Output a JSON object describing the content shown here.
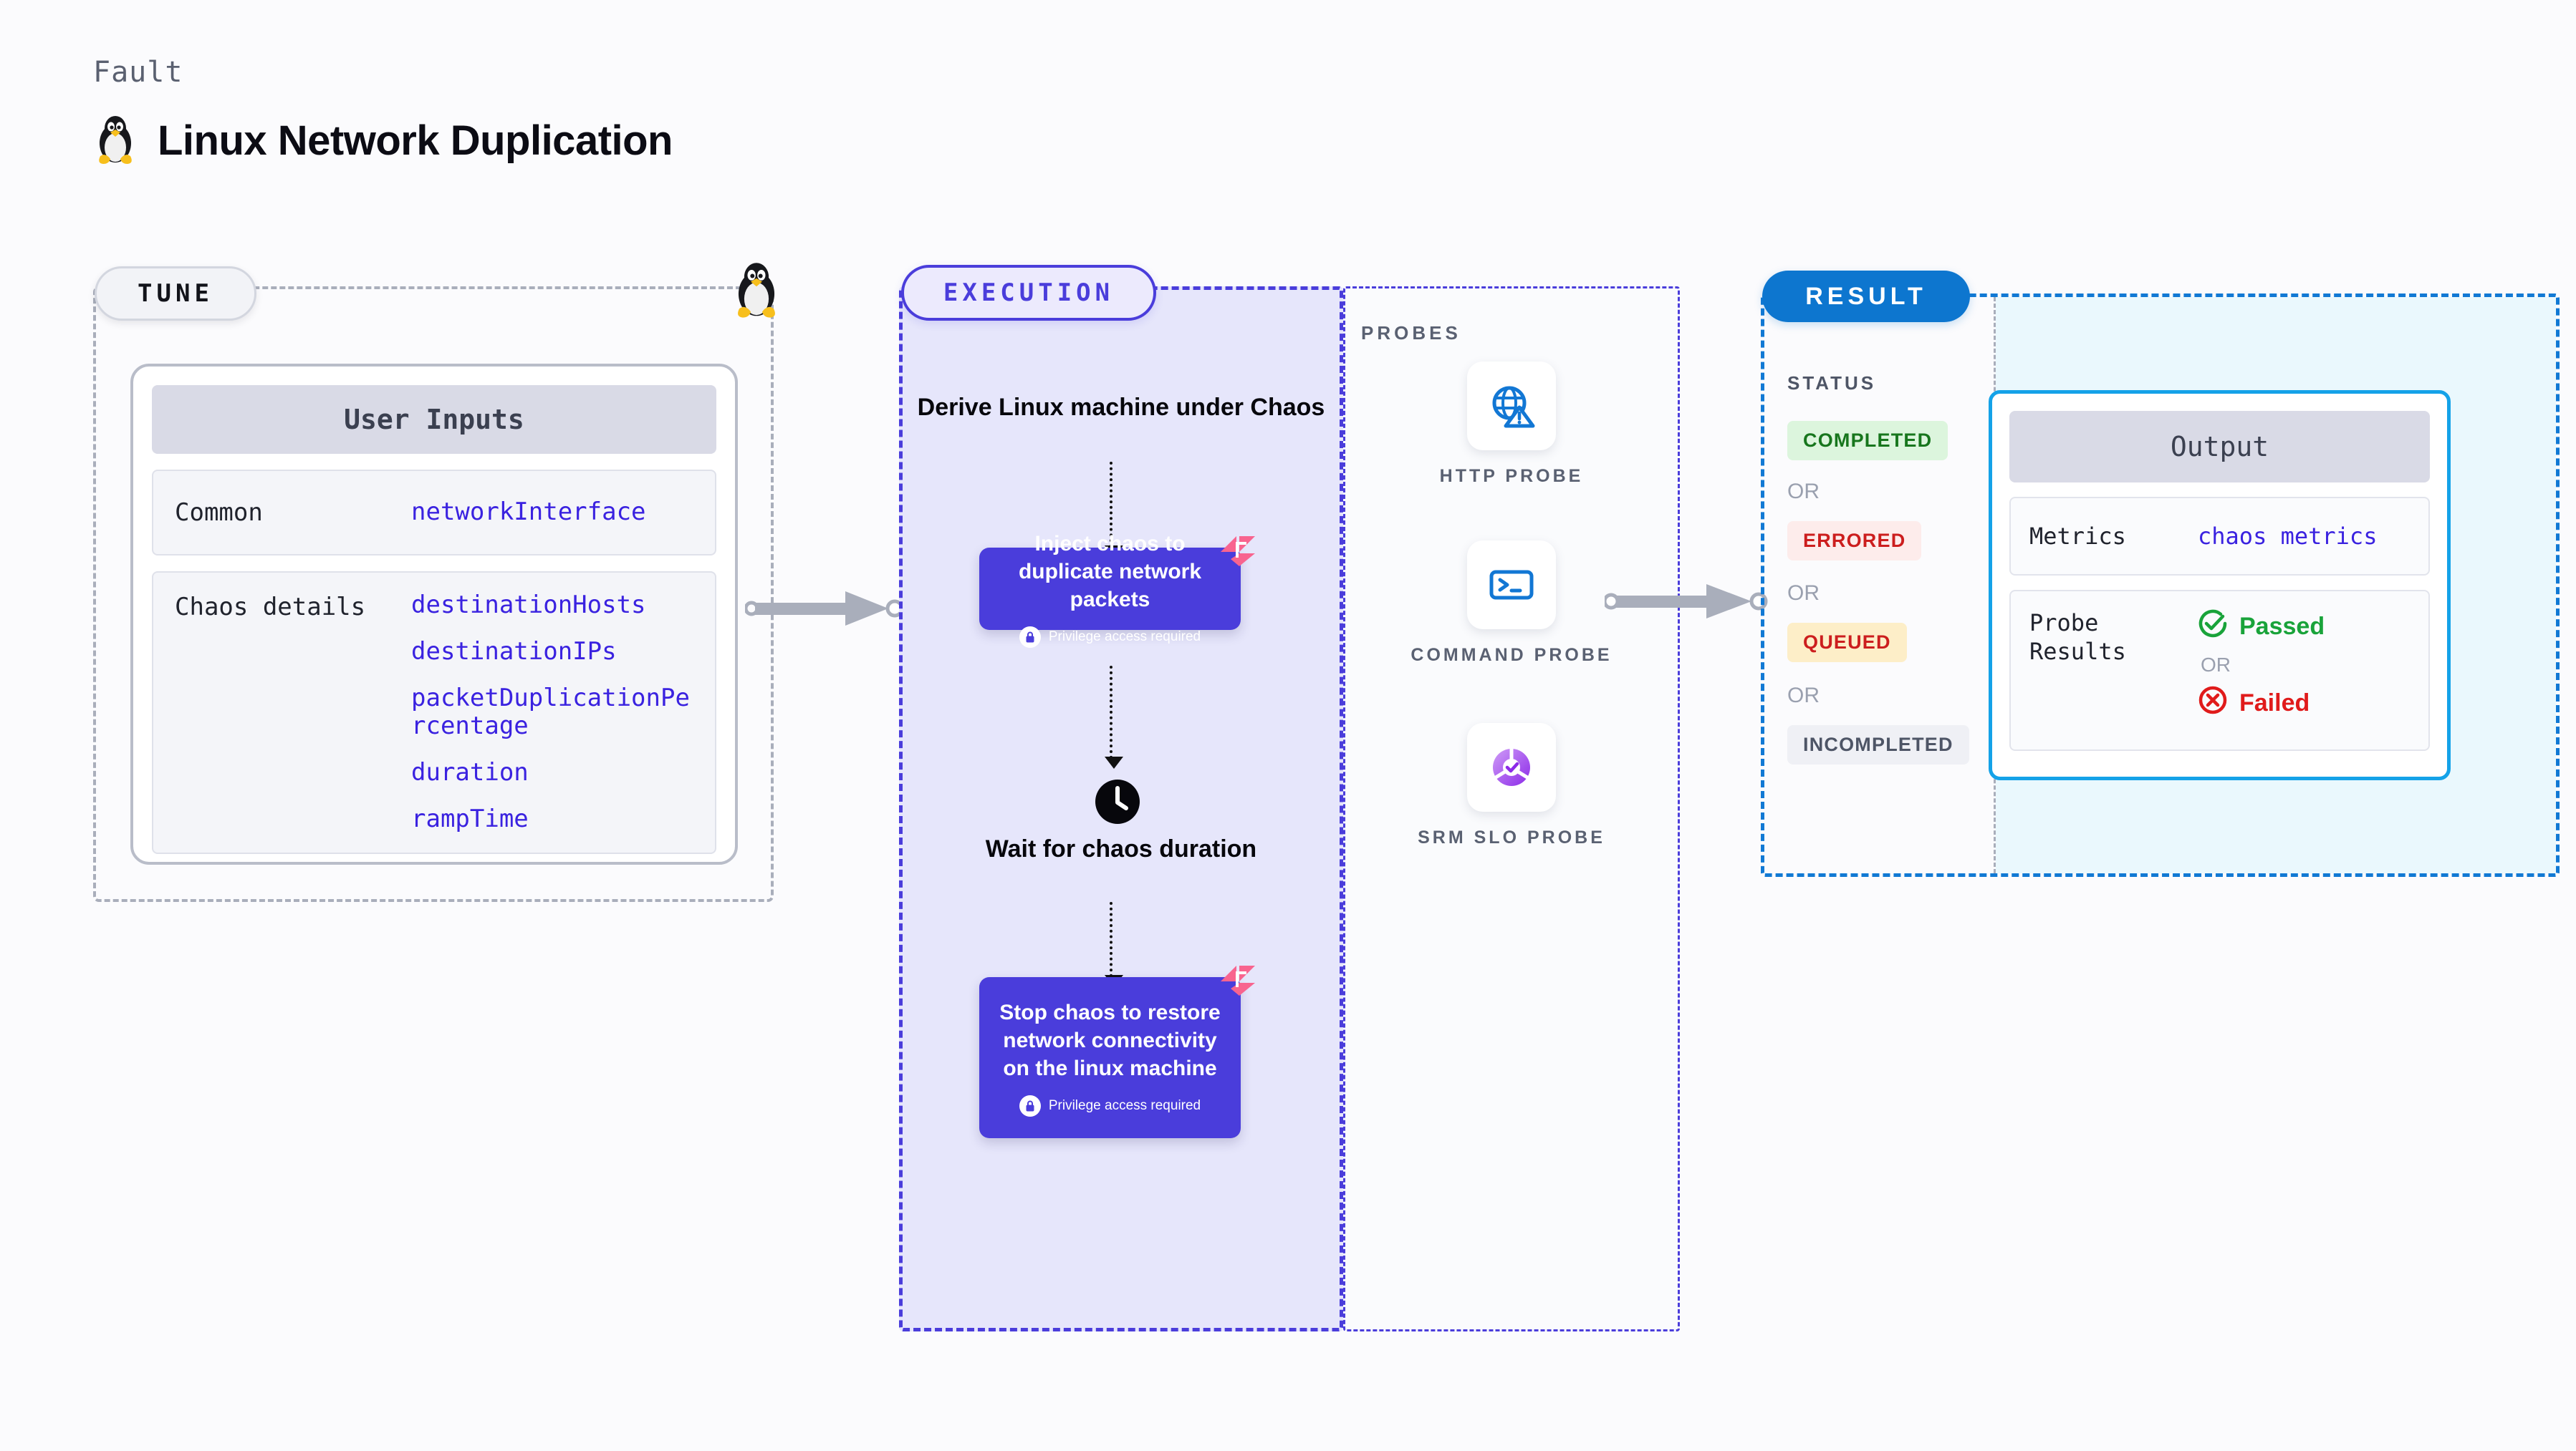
{
  "header": {
    "fault_label": "Fault",
    "title": "Linux Network Duplication",
    "icon": "linux-tux-icon"
  },
  "tune": {
    "badge": "TUNE",
    "card_title": "User Inputs",
    "rows": [
      {
        "label": "Common",
        "values": [
          "networkInterface"
        ]
      },
      {
        "label": "Chaos details",
        "values": [
          "destinationHosts",
          "destinationIPs",
          "packetDuplicationPercentage",
          "duration",
          "rampTime"
        ]
      }
    ]
  },
  "execution": {
    "badge": "EXECUTION",
    "step_derive": "Derive Linux machine under Chaos",
    "step_inject": "Inject chaos to duplicate network packets",
    "step_wait": "Wait for chaos duration",
    "step_stop": "Stop chaos to restore network connectivity on the linux machine",
    "privilege_note": "Privilege access required"
  },
  "probes": {
    "label": "PROBES",
    "items": [
      {
        "label": "HTTP PROBE",
        "icon": "globe-warning-icon"
      },
      {
        "label": "COMMAND PROBE",
        "icon": "terminal-icon"
      },
      {
        "label": "SRM SLO PROBE",
        "icon": "slo-donut-check-icon"
      }
    ]
  },
  "result": {
    "badge": "RESULT",
    "status_label": "STATUS",
    "or_label": "OR",
    "statuses": [
      {
        "text": "COMPLETED",
        "bg": "#dcf5dd",
        "fg": "#17761d"
      },
      {
        "text": "ERRORED",
        "bg": "#fdeceb",
        "fg": "#cc1e1e"
      },
      {
        "text": "QUEUED",
        "bg": "#fdeec8",
        "fg": "#cc1e1e"
      },
      {
        "text": "INCOMPLETED",
        "bg": "#eff0f5",
        "fg": "#4e5566"
      }
    ],
    "output": {
      "title": "Output",
      "metrics_label": "Metrics",
      "metrics_value": "chaos metrics",
      "probe_results_label": "Probe Results",
      "passed": "Passed",
      "failed": "Failed",
      "or_label": "OR"
    }
  },
  "colors": {
    "accent_purple": "#4a3ddb",
    "accent_blue": "#0d76cf",
    "accent_cyan": "#14a2e8",
    "param_text": "#3a22e0",
    "pink_badge": "#f8648f"
  }
}
